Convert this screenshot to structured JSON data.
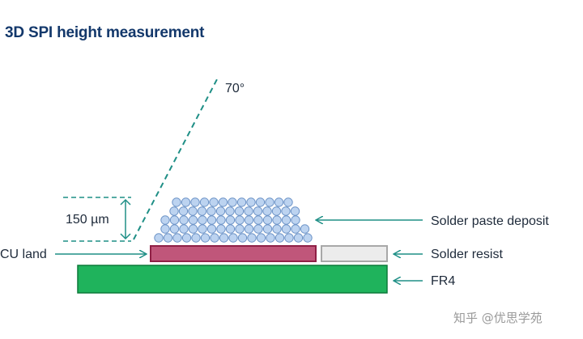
{
  "title": "3D SPI height measurement",
  "labels": {
    "angle": "70°",
    "height": "150 µm",
    "cu_land": "CU land",
    "solder_paste_deposit": "Solder paste deposit",
    "solder_resist": "Solder resist",
    "fr4": "FR4"
  },
  "watermark": "知乎 @优思学苑",
  "colors": {
    "title": "#13386b",
    "arrow": "#1f8f86",
    "dash": "#1f8f86",
    "fr4": "#1fb35c",
    "cu_land_fill": "#c0567a",
    "cu_land_border": "#8f1f45",
    "solder_resist_fill": "#ececec",
    "solder_resist_border": "#a8a8a8",
    "sphere_fill": "#bcd3f0",
    "sphere_border": "#6f95c8"
  },
  "icons": [
    "arrow-left-icon"
  ]
}
